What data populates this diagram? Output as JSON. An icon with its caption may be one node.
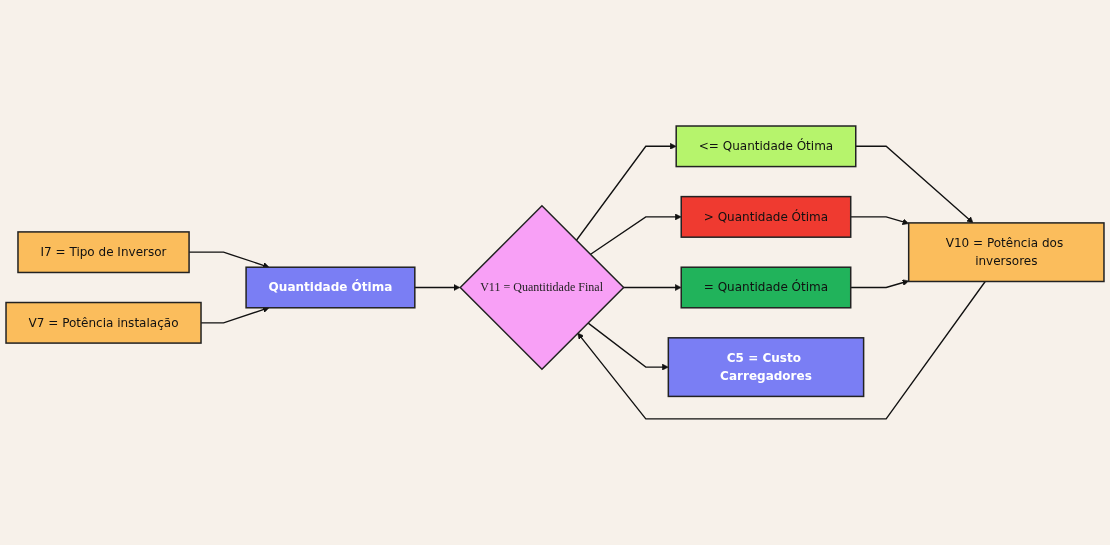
{
  "diagram": {
    "nodes": [
      {
        "text": [
          "I7 = Tipo de Inversor"
        ]
      },
      {
        "text": [
          "V7 = Potência instalação"
        ]
      },
      {
        "text": [
          "Quantidade Ótima"
        ]
      },
      {
        "text": [
          "V11 = Quantitidade Final"
        ]
      },
      {
        "text": [
          "V10 = Potência dos inversores"
        ]
      },
      {
        "text": [
          "<= Quantidade Ótima"
        ]
      },
      {
        "text": [
          "> Quantidade Ótima"
        ]
      },
      {
        "text": [
          "= Quantidade Ótima"
        ]
      },
      {
        "text": [
          "C5 = Custo Carregadores"
        ]
      }
    ],
    "edges": [
      {
        "from": 0,
        "to": 2,
        "arrow": "to"
      },
      {
        "from": 1,
        "to": 2,
        "arrow": "to"
      },
      {
        "from": 2,
        "to": 3,
        "arrow": "to"
      },
      {
        "from": 4,
        "to": 3,
        "arrow": "to"
      },
      {
        "from": 3,
        "to": 5,
        "arrow": "to"
      },
      {
        "from": 3,
        "to": 6,
        "arrow": "to"
      },
      {
        "from": 3,
        "to": 7,
        "arrow": "to"
      },
      {
        "from": 3,
        "to": 8,
        "arrow": "to"
      },
      {
        "from": 5,
        "to": 4,
        "arrow": "to"
      },
      {
        "from": 6,
        "to": 4,
        "arrow": "to"
      },
      {
        "from": 7,
        "to": 4,
        "arrow": "to"
      }
    ]
  }
}
